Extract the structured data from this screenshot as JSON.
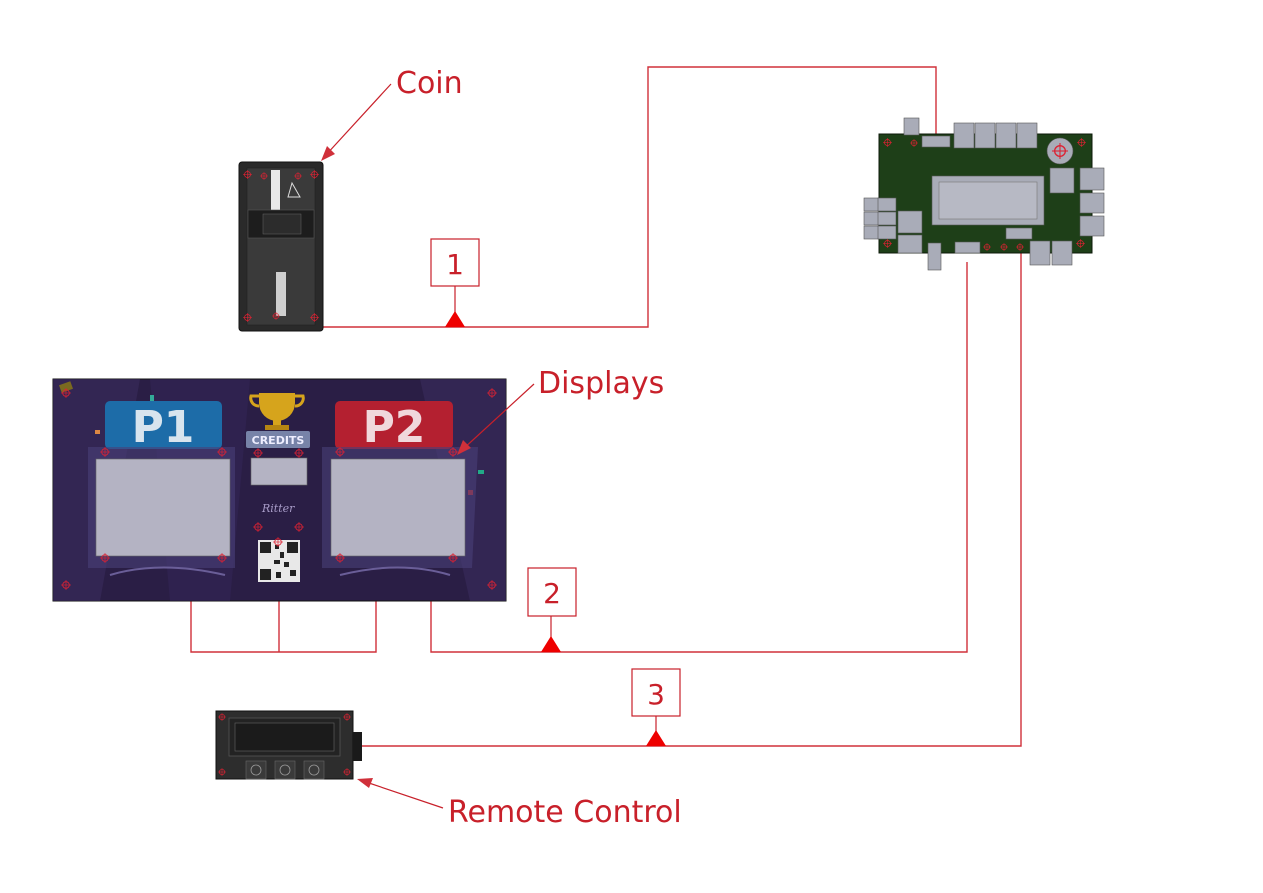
{
  "labels": {
    "coin": "Coin",
    "displays": "Displays",
    "remote": "Remote Control"
  },
  "connections": [
    "1",
    "2",
    "3"
  ],
  "display_panel": {
    "p1": "P1",
    "p2": "P2",
    "credits": "CREDITS",
    "signature": "Ritter"
  },
  "colors": {
    "wire": "#d0303a",
    "label": "#c8202a",
    "pcb": "#1e3f18",
    "part": "#a9acb8",
    "panel": "#2a1e45",
    "screen": "#b4b3c3"
  }
}
